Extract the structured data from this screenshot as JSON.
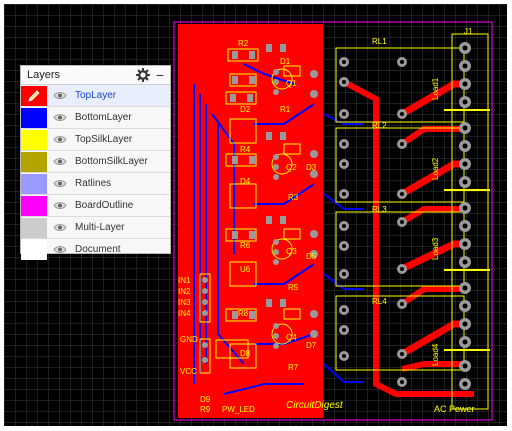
{
  "layers_panel": {
    "title": "Layers",
    "gear_icon": "gear-icon",
    "minimize_icon": "minus-icon",
    "minimize_glyph": "−",
    "items": [
      {
        "label": "TopLayer",
        "color": "#ff0000",
        "active": true,
        "editing_icon": "pencil-icon"
      },
      {
        "label": "BottomLayer",
        "color": "#0000ff",
        "active": false
      },
      {
        "label": "TopSilkLayer",
        "color": "#ffff00",
        "active": false
      },
      {
        "label": "BottomSilkLayer",
        "color": "#b5a300",
        "active": false
      },
      {
        "label": "Ratlines",
        "color": "#9999ff",
        "active": false
      },
      {
        "label": "BoardOutline",
        "color": "#ff00ff",
        "active": false
      },
      {
        "label": "Multi-Layer",
        "color": "#cccccc",
        "active": false
      },
      {
        "label": "Document",
        "color": "#ffffff",
        "active": false
      }
    ]
  },
  "pcb": {
    "designators": {
      "r2": "R2",
      "j1": "J1",
      "r1": "R1",
      "d1": "D1",
      "q1": "Q1",
      "d2": "D2",
      "r4": "R4",
      "d4": "D4",
      "q2": "Q2",
      "d3": "D3",
      "r3": "R3",
      "r6": "R6",
      "u6": "U6",
      "q3": "Q3",
      "d5": "D5",
      "r5": "R5",
      "r8": "R8",
      "d8": "D8",
      "q4": "Q4",
      "d7": "D7",
      "r7": "R7",
      "d9": "D9",
      "r9": "R9",
      "rl1": "RL1",
      "rl2": "RL2",
      "rl3": "RL3",
      "rl4": "RL4",
      "load1": "Load1",
      "load2": "Load2",
      "load3": "Load3",
      "load4": "Load4"
    },
    "pin_labels": {
      "in1": "IN1",
      "in2": "IN2",
      "in3": "IN3",
      "in4": "IN4",
      "gnd": "GND",
      "vcc": "VCC"
    },
    "bottom_labels": {
      "pw_led": "PW_LED",
      "brand": "CircuitDigest",
      "ac_power": "AC Power"
    },
    "colors": {
      "top": "#ff0000",
      "silk": "#ffff00",
      "bottom": "#0000ff",
      "pad": "#9a9a9a",
      "outline": "#ff00ff",
      "grid": "#3a3a3a"
    }
  }
}
